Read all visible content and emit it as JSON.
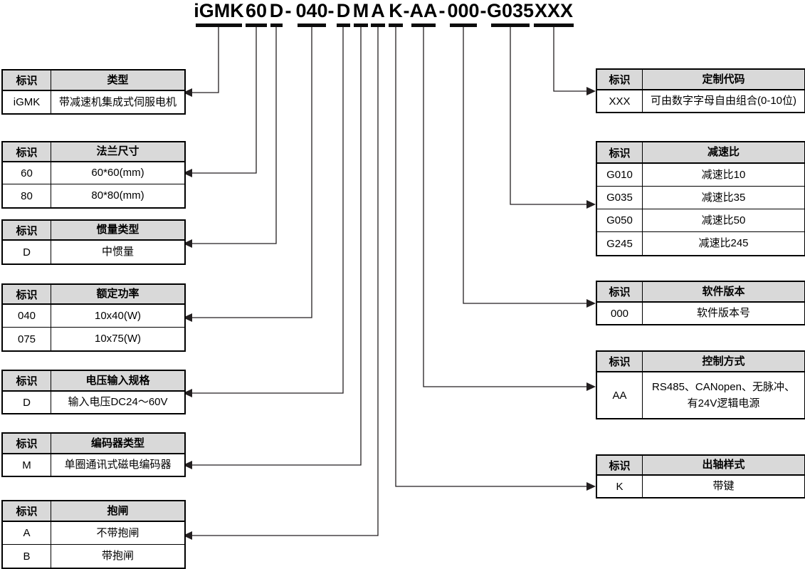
{
  "diagram": {
    "model_code": {
      "full": "iGMK 60 D - 040 - D M A K - AA - 000 - G035 XXX",
      "segments": [
        "iGMK",
        "60",
        "D",
        "040",
        "D",
        "M",
        "A",
        "K",
        "AA",
        "000",
        "G035",
        "XXX"
      ],
      "separator": "-"
    },
    "colors": {
      "header_bg": "#d9d9d9",
      "table_border": "#000000",
      "connector_line": "#231f20",
      "underline": "#0d0d0d"
    },
    "left_tables": [
      {
        "name": "type",
        "headers": [
          "标识",
          "类型"
        ],
        "rows": [
          [
            "iGMK",
            "带减速机集成式伺服电机"
          ]
        ],
        "arrow_row": 0
      },
      {
        "name": "flange-size",
        "headers": [
          "标识",
          "法兰尺寸"
        ],
        "rows": [
          [
            "60",
            "60*60(mm)"
          ],
          [
            "80",
            "80*80(mm)"
          ]
        ],
        "arrow_row": 0
      },
      {
        "name": "inertia-type",
        "headers": [
          "标识",
          "惯量类型"
        ],
        "rows": [
          [
            "D",
            "中惯量"
          ]
        ],
        "arrow_row": 0
      },
      {
        "name": "rated-power",
        "headers": [
          "标识",
          "额定功率"
        ],
        "rows": [
          [
            "040",
            "10x40(W)"
          ],
          [
            "075",
            "10x75(W)"
          ]
        ],
        "arrow_row": 0
      },
      {
        "name": "voltage-input",
        "headers": [
          "标识",
          "电压输入规格"
        ],
        "rows": [
          [
            "D",
            "输入电压DC24～60V"
          ]
        ],
        "arrow_row": 0
      },
      {
        "name": "encoder-type",
        "headers": [
          "标识",
          "编码器类型"
        ],
        "rows": [
          [
            "M",
            "单圈通讯式磁电编码器"
          ]
        ],
        "arrow_row": 0
      },
      {
        "name": "brake",
        "headers": [
          "标识",
          "抱闸"
        ],
        "rows": [
          [
            "A",
            "不带抱闸"
          ],
          [
            "B",
            "带抱闸"
          ]
        ],
        "arrow_row": 0
      }
    ],
    "right_tables": [
      {
        "name": "custom-code",
        "headers": [
          "标识",
          "定制代码"
        ],
        "rows": [
          [
            "XXX",
            "可由数字字母自由组合(0-10位)"
          ]
        ],
        "arrow_row": 0
      },
      {
        "name": "gear-ratio",
        "headers": [
          "标识",
          "减速比"
        ],
        "rows": [
          [
            "G010",
            "减速比10"
          ],
          [
            "G035",
            "减速比35"
          ],
          [
            "G050",
            "减速比50"
          ],
          [
            "G245",
            "减速比245"
          ]
        ],
        "arrow_row": 1
      },
      {
        "name": "software-version",
        "headers": [
          "标识",
          "软件版本"
        ],
        "rows": [
          [
            "000",
            "软件版本号"
          ]
        ],
        "arrow_row": 0
      },
      {
        "name": "control-mode",
        "headers": [
          "标识",
          "控制方式"
        ],
        "rows": [
          [
            "AA",
            "RS485、CANopen、无脉冲、\n有24V逻辑电源"
          ]
        ],
        "arrow_row": 0
      },
      {
        "name": "shaft-style",
        "headers": [
          "标识",
          "出轴样式"
        ],
        "rows": [
          [
            "K",
            "带键"
          ]
        ],
        "arrow_row": 0
      }
    ]
  }
}
